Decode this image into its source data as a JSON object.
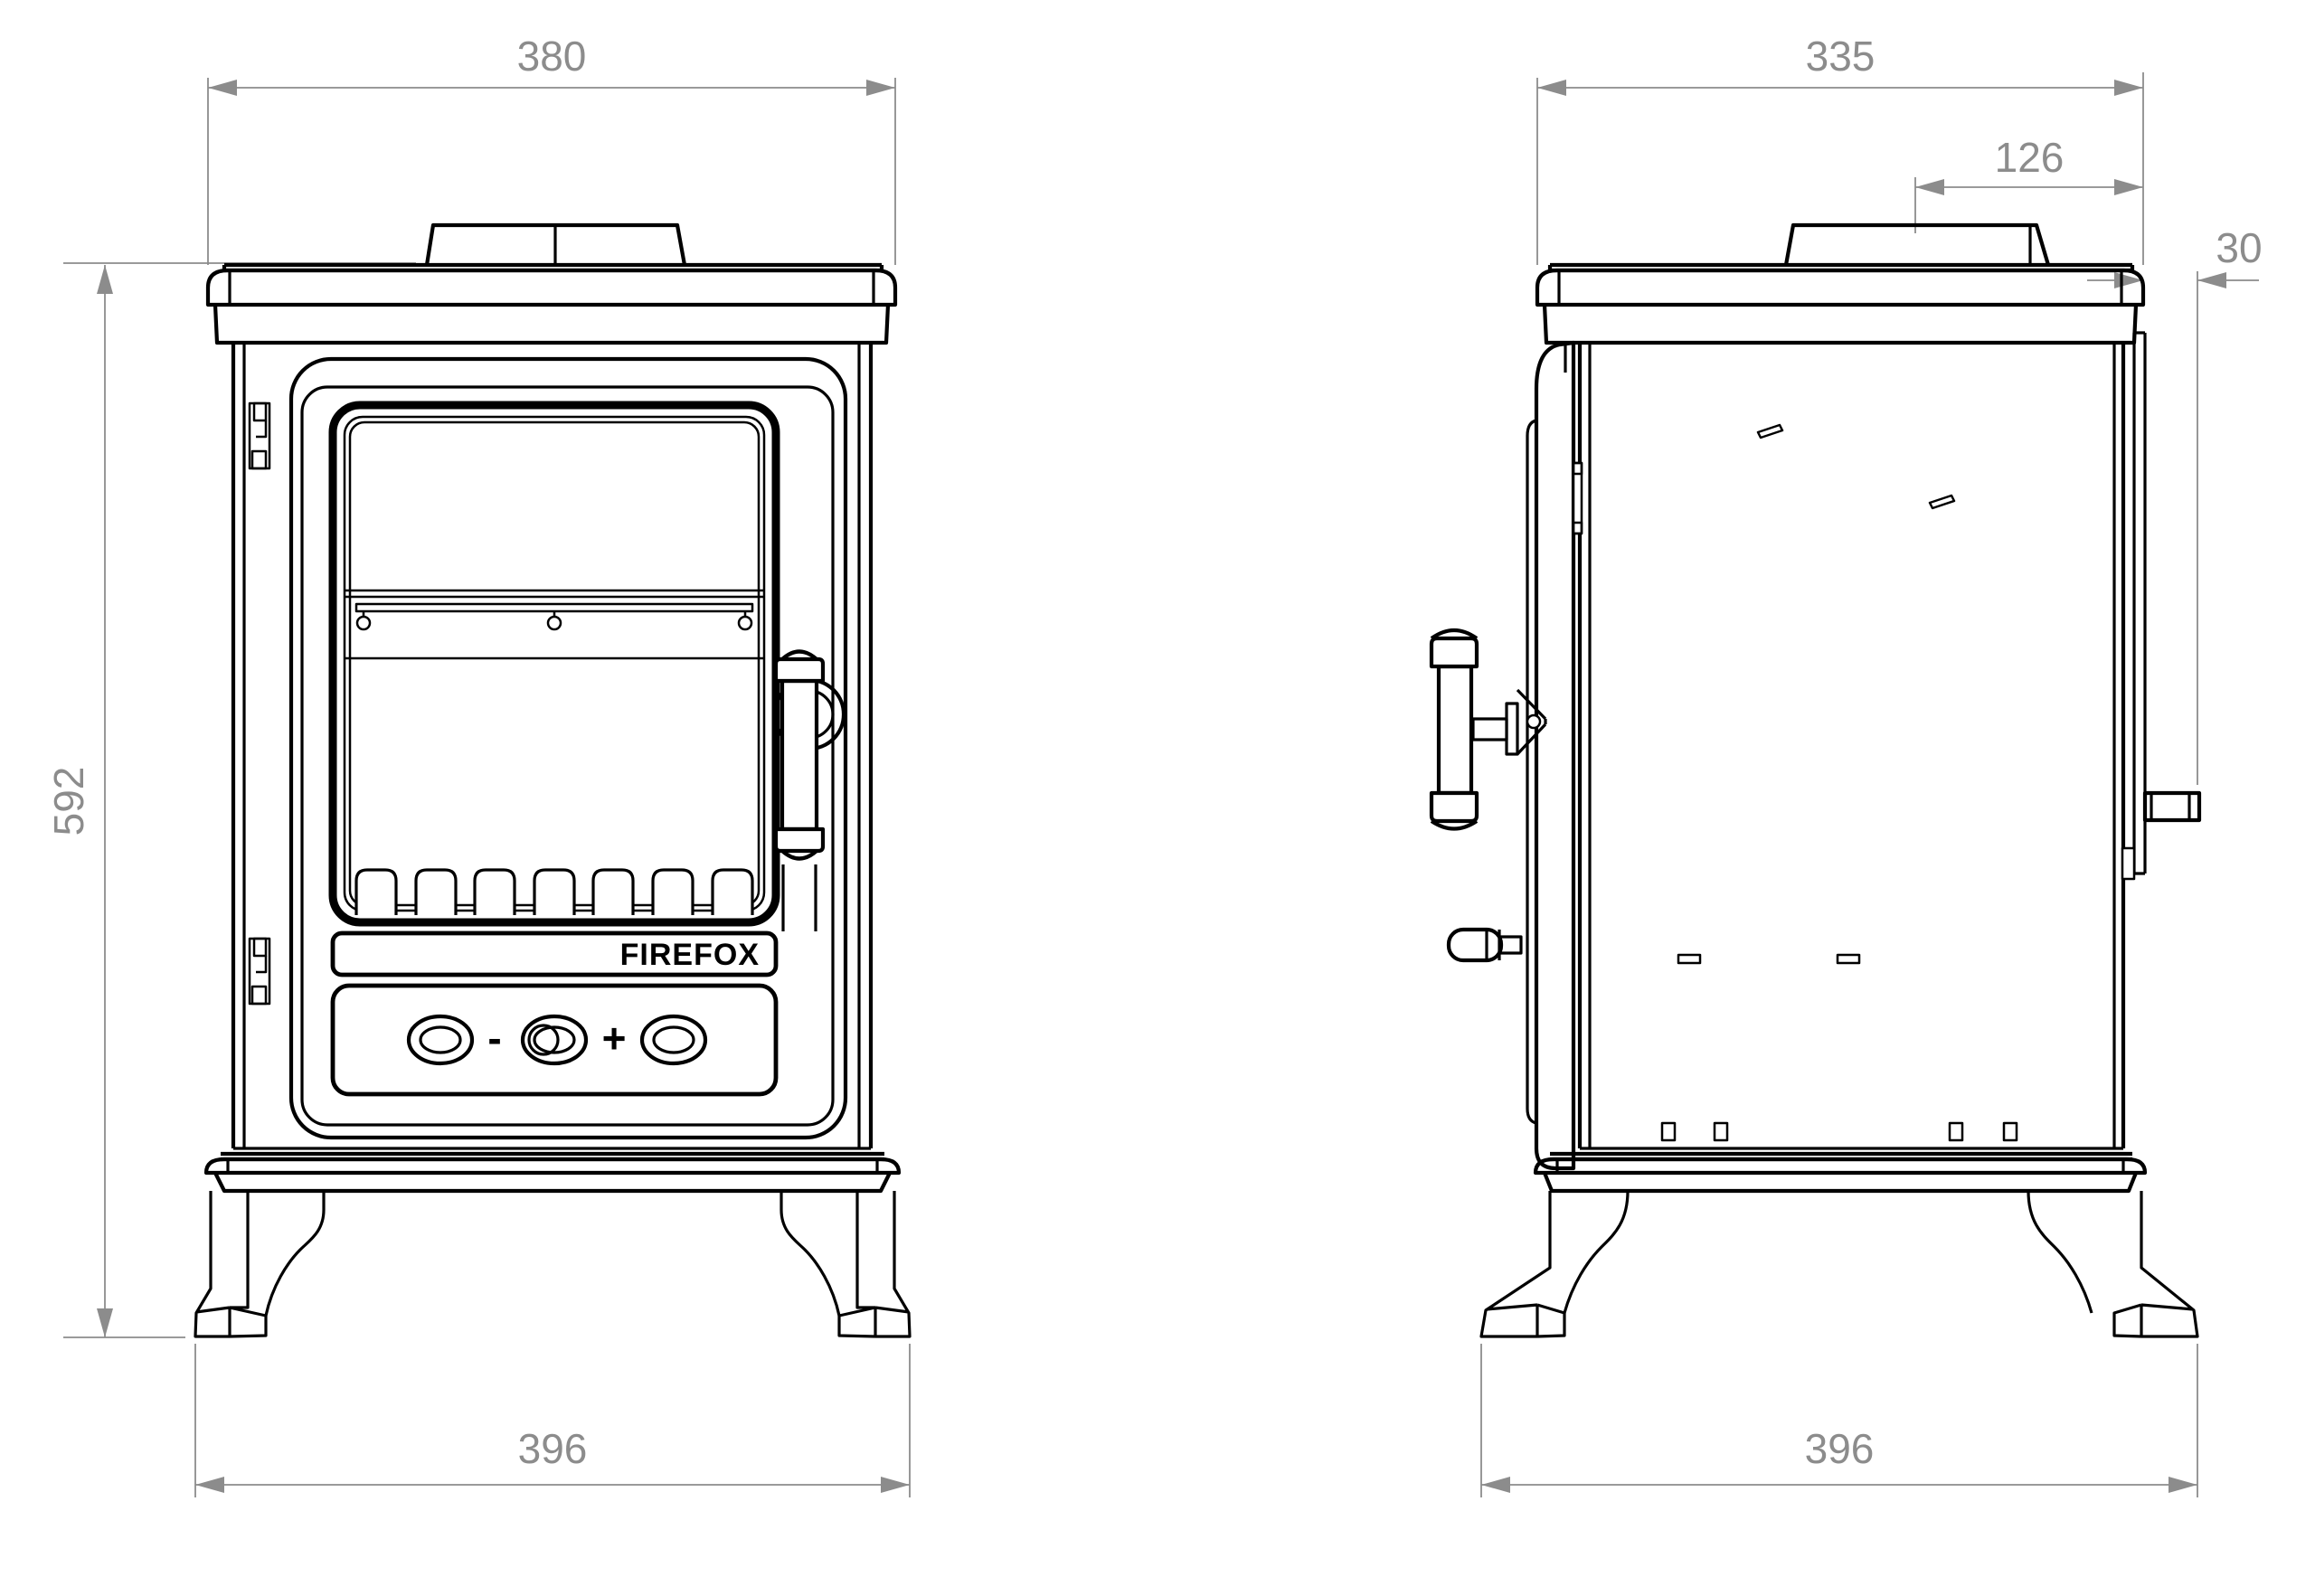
{
  "front_view": {
    "dim_top_width": "380",
    "dim_height": "592",
    "dim_feet_width": "396",
    "brand": "FIREFOX",
    "control_minus": "-",
    "control_plus": "+"
  },
  "side_view": {
    "dim_top_depth": "335",
    "dim_flue_center_to_rear": "126",
    "dim_rear_projection": "30",
    "dim_feet_depth": "396"
  }
}
